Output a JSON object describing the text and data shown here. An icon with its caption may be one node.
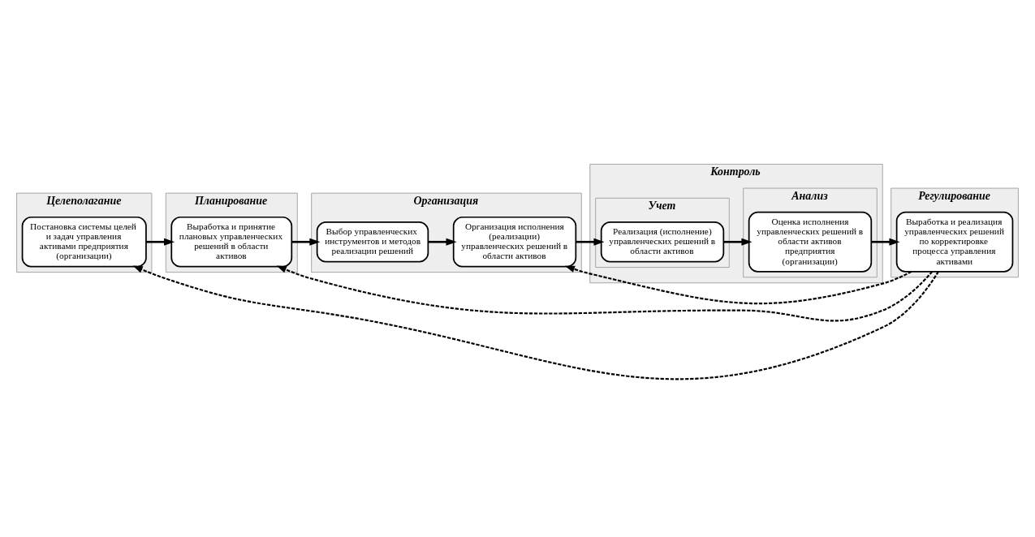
{
  "diagram": {
    "nodes": [
      {
        "text": [
          "Целеполагание"
        ]
      },
      {
        "text": [
          "Постановка системы целей и задач управления активами предприятия (организации)"
        ],
        "in": 0
      },
      {
        "text": [
          "Планирование"
        ]
      },
      {
        "text": [
          "Выработка и принятие плановых управленческих решений в области активов"
        ],
        "in": 2
      },
      {
        "text": [
          "Организация"
        ]
      },
      {
        "text": [
          "Выбор управленческих инструментов и методов реализации решений"
        ],
        "in": 4
      },
      {
        "text": [
          "Организация исполнения (реализации) управленческих решений в области активов"
        ],
        "in": 4
      },
      {
        "text": [
          "Регулирование"
        ]
      },
      {
        "text": [
          "Выработка и реализация управленческих решений по корректировке процесса управления активами"
        ],
        "in": 7
      },
      {
        "text": [
          "Контроль"
        ]
      },
      {
        "text": [
          "Анализ"
        ],
        "in": 9
      },
      {
        "text": [
          "Оценка исполнения управленческих решений в области активов предприятия (организации)"
        ],
        "in": 10
      },
      {
        "text": [
          "Учет"
        ],
        "in": 9
      },
      {
        "text": [
          "Реализация (исполнение) управленческих решений в области активов"
        ],
        "in": 12
      }
    ],
    "edges": [
      {
        "from": 1,
        "to": 3,
        "arrow": "to"
      },
      {
        "from": 3,
        "to": 5,
        "arrow": "to"
      },
      {
        "from": 5,
        "to": 6,
        "arrow": "to"
      },
      {
        "from": 6,
        "to": 13,
        "arrow": "to"
      },
      {
        "from": 13,
        "to": 11,
        "arrow": "to"
      },
      {
        "from": 11,
        "to": 8,
        "arrow": "to"
      },
      {
        "from": 8,
        "to": 1,
        "arrow": "to",
        "style": "dashed"
      },
      {
        "from": 8,
        "to": 3,
        "arrow": "to",
        "style": "dashed"
      },
      {
        "from": 8,
        "to": 6,
        "arrow": "to",
        "style": "dashed"
      }
    ]
  }
}
